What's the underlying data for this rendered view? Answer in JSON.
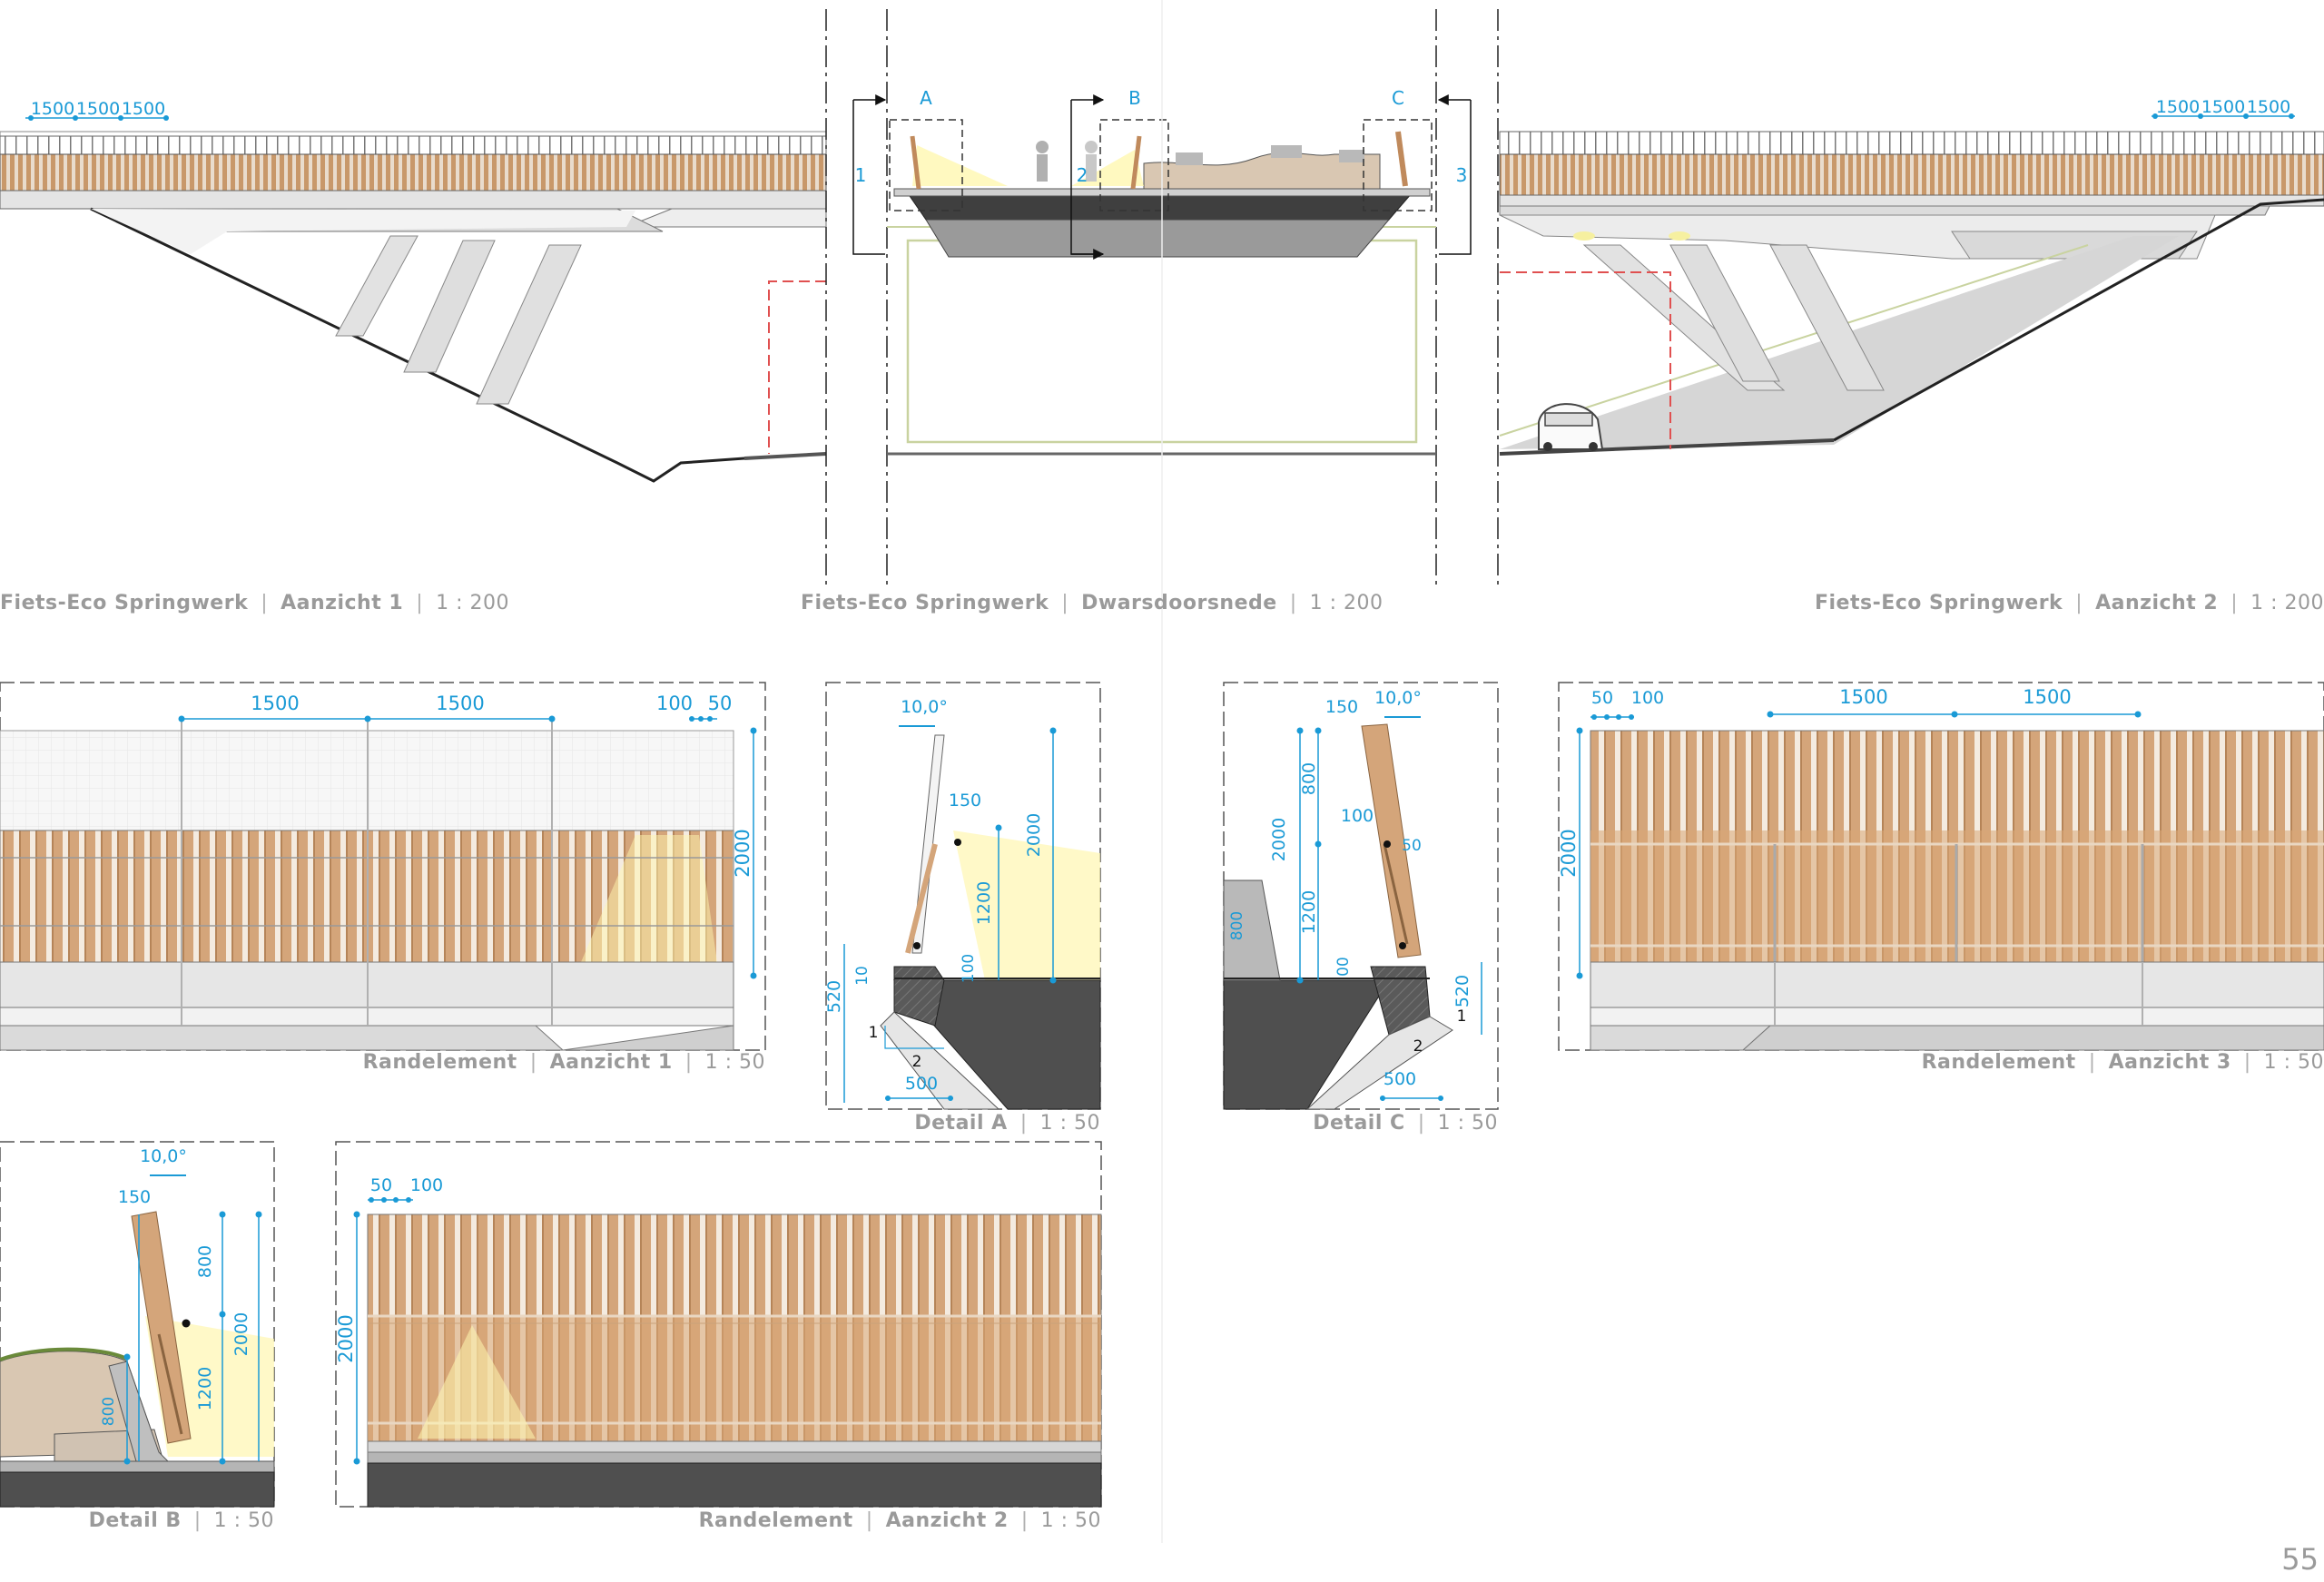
{
  "page_number": "55",
  "colors": {
    "dimension": "#1a9ad6",
    "wood": "#d4a57a",
    "wood_dark": "#b58458",
    "concrete": "#e4e4e4",
    "asphalt": "#555555",
    "soil": "#d9c7b2",
    "light": "#fff7b0",
    "guide_red": "#e05050",
    "caption": "#9a9a9a"
  },
  "views": {
    "aanzicht1": {
      "title": "Fiets-Eco Springwerk",
      "view": "Aanzicht 1",
      "scale": "1 : 200",
      "dims": [
        "1500",
        "1500",
        "1500"
      ]
    },
    "dwarsdoorsnede": {
      "title": "Fiets-Eco Springwerk",
      "view": "Dwarsdoorsnede",
      "scale": "1 : 200",
      "markers": {
        "a": "A",
        "b": "B",
        "c": "C",
        "s1": "1",
        "s2": "2",
        "s3": "3"
      }
    },
    "aanzicht2": {
      "title": "Fiets-Eco Springwerk",
      "view": "Aanzicht 2",
      "scale": "1 : 200",
      "dims": [
        "1500",
        "1500",
        "1500"
      ]
    }
  },
  "details": {
    "randelement1": {
      "title": "Randelement",
      "view": "Aanzicht  1",
      "scale": "1 : 50",
      "dims": [
        "1500",
        "1500",
        "100",
        "50",
        "2000"
      ]
    },
    "detailA": {
      "title": "Detail A",
      "scale": "1 : 50",
      "dims": [
        "10,0°",
        "150",
        "2000",
        "1200",
        "100",
        "10",
        "520",
        "1",
        "2",
        "500"
      ]
    },
    "detailC": {
      "title": "Detail C",
      "scale": "1 : 50",
      "dims": [
        "10,0°",
        "150",
        "800",
        "2000",
        "100",
        "50",
        "1200",
        "800",
        "00",
        "520",
        "1",
        "2",
        "500"
      ]
    },
    "randelement3": {
      "title": "Randelement",
      "view": "Aanzicht  3",
      "scale": "1 : 50",
      "dims": [
        "50",
        "100",
        "1500",
        "1500",
        "2000"
      ]
    },
    "detailB": {
      "title": "Detail B",
      "scale": "1 : 50",
      "dims": [
        "10,0°",
        "150",
        "800",
        "2000",
        "1200",
        "800"
      ]
    },
    "randelement2": {
      "title": "Randelement",
      "view": "Aanzicht  2",
      "scale": "1 : 50",
      "dims": [
        "50",
        "100",
        "2000"
      ]
    }
  }
}
